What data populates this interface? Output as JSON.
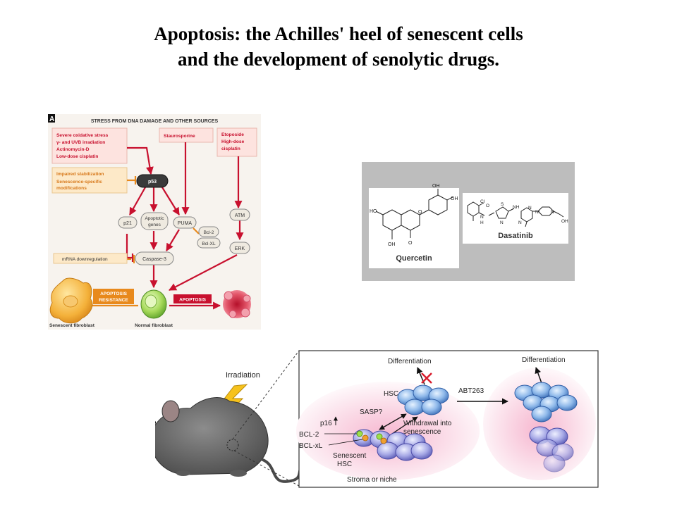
{
  "slide": {
    "title_line1": "Apoptosis: the Achilles' heel of senescent cells",
    "title_line2": "and the development of senolytic drugs."
  },
  "pathway": {
    "panel_letter": "A",
    "header": "STRESS FROM DNA DAMAGE AND OTHER SOURCES",
    "stress_box1": [
      "Severe oxidative stress",
      "γ- and UVB irradiation",
      "Actinomycin-D",
      "Low-dose cisplatin"
    ],
    "stress_box2": [
      "Staurosporine"
    ],
    "stress_box3": [
      "Etoposide",
      "High-dose",
      "cisplatin"
    ],
    "inhibit_box": [
      "Impaired stabilization",
      "Senescence-specific",
      "modifications"
    ],
    "nodes": {
      "p53": "p53",
      "p21": "p21",
      "apoptotic_line1": "Apoptotic",
      "apoptotic_line2": "genes",
      "puma": "PUMA",
      "bcl2": "Bcl-2",
      "bclxl": "Bcl-XL",
      "atm": "ATM",
      "erk": "ERK",
      "caspase3": "Caspase-3"
    },
    "mrna_label": "mRNA downregulation",
    "resistance_line1": "APOPTOSIS",
    "resistance_line2": "RESISTANCE",
    "apoptosis_label": "APOPTOSIS",
    "senescent_label": "Senescent fibroblast",
    "normal_label": "Normal fibroblast",
    "colors": {
      "arrow": "#c8102e",
      "orange": "#e8891c",
      "box_bg": "#fde3df"
    }
  },
  "drugs": {
    "quercetin": {
      "name": "Quercetin",
      "atoms": {
        "oh_top1": "OH",
        "oh_top2": "OH",
        "ho_left": "HO",
        "oh_bottom": "OH",
        "o_bottom": "O",
        "o_ring": "O"
      }
    },
    "dasatinib": {
      "name": "Dasatinib",
      "atoms": {
        "cl": "Cl",
        "n1": "N",
        "h1": "H",
        "o1": "O",
        "s1": "S",
        "n2": "N",
        "nh": "NH",
        "n3": "N",
        "n4": "N",
        "n5": "N",
        "n6": "N",
        "oh": "OH"
      }
    }
  },
  "hsc": {
    "irradiation": "Irradiation",
    "differentiation_left": "Differentiation",
    "differentiation_right": "Differentiation",
    "hsc_label": "HSC",
    "abt263": "ABT263",
    "sasp": "SASP?",
    "p16": "p16",
    "bcl2": "BCL-2",
    "bclxl": "BCL-xL",
    "withdrawal_line1": "Withdrawal into",
    "withdrawal_line2": "senescence",
    "senescent_line1": "Senescent",
    "senescent_line2": "HSC",
    "stroma": "Stroma or niche"
  }
}
